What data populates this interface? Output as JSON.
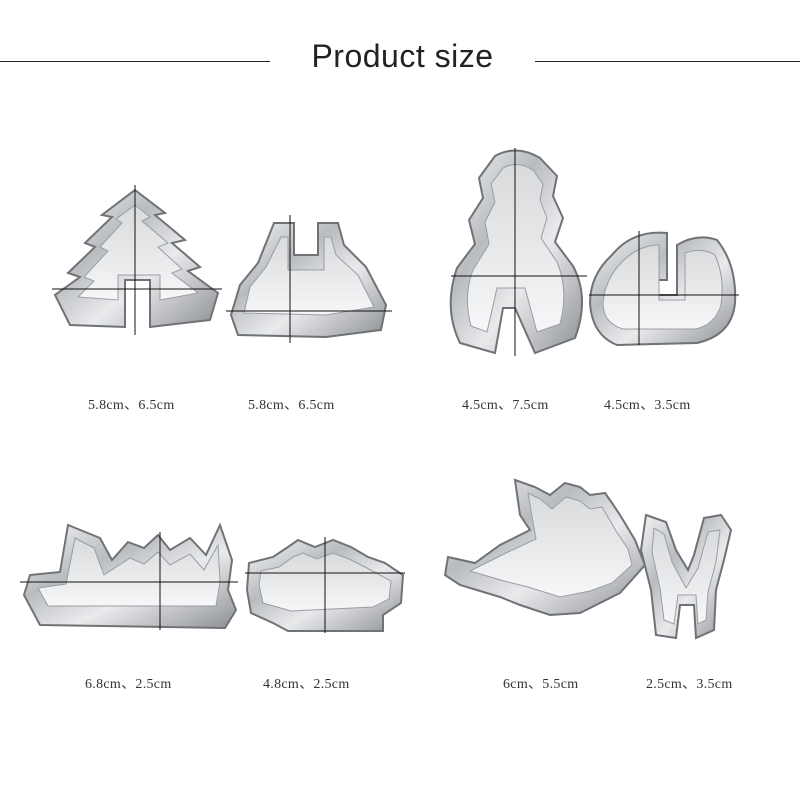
{
  "header": {
    "title": "Product size"
  },
  "products": [
    {
      "name": "tree",
      "size": "5.8cm、6.5cm"
    },
    {
      "name": "house",
      "size": "5.8cm、6.5cm"
    },
    {
      "name": "snowman",
      "size": "4.5cm、7.5cm"
    },
    {
      "name": "stocking",
      "size": "4.5cm、3.5cm"
    },
    {
      "name": "sleigh-large",
      "size": "6.8cm、2.5cm"
    },
    {
      "name": "sleigh-small",
      "size": "4.8cm、2.5cm"
    },
    {
      "name": "reindeer",
      "size": "6cm、5.5cm"
    },
    {
      "name": "candy-cane",
      "size": "2.5cm、3.5cm"
    }
  ]
}
